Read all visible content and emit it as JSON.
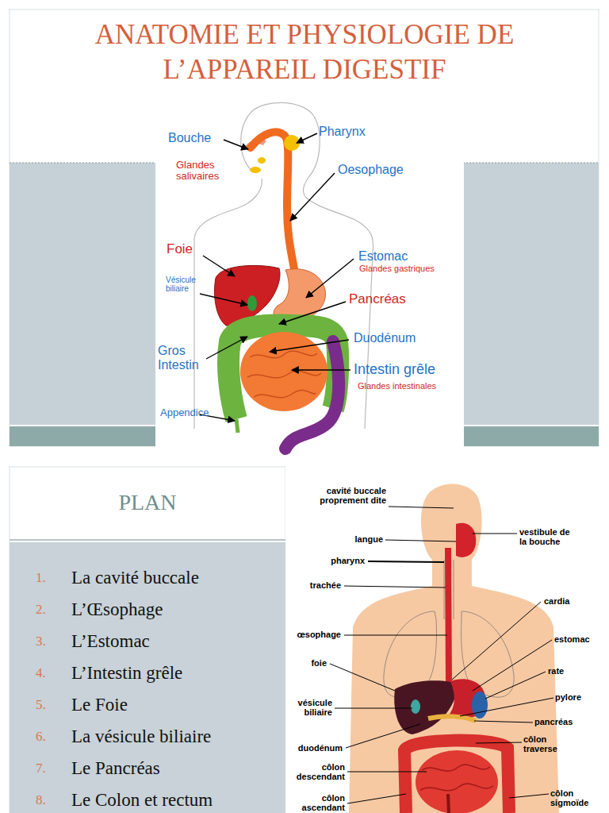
{
  "diagram": {
    "title": "ANATOMIE ET PHYSIOLOGIE DE L’APPAREIL DIGESTIF",
    "nodes": [
      {
        "text": [
          "1.",
          "La cavité buccale",
          "2.",
          "L’Œsophage",
          "3.",
          "L’Estomac",
          "4.",
          "L’Intestin grêle",
          "5.",
          "Le Foie",
          "6.",
          "La vésicule biliaire",
          "7.",
          "Le Pancréas",
          "8.",
          "Le Colon et rectum"
        ]
      }
    ],
    "labels": [
      "Bouche",
      "Pharynx",
      "Glandes salivaires",
      "Oesophage",
      "Foie",
      "Vésicule biliaire",
      "Estomac",
      "Glandes gastriques",
      "Pancréas",
      "Duodénum",
      "Gros Intestin",
      "Intestin grêle",
      "Glandes intestinales",
      "Appendice",
      "PLAN",
      "cavité buccale proprement dite",
      "langue",
      "pharynx",
      "trachée",
      "œsophage",
      "foie",
      "vésicule biliaire",
      "duodénum",
      "côlon descendant",
      "côlon ascendant",
      "vestibule de la bouche",
      "cardia",
      "estomac",
      "rate",
      "pylore",
      "pancréas",
      "côlon traverse",
      "côlon sigmoïde"
    ]
  }
}
